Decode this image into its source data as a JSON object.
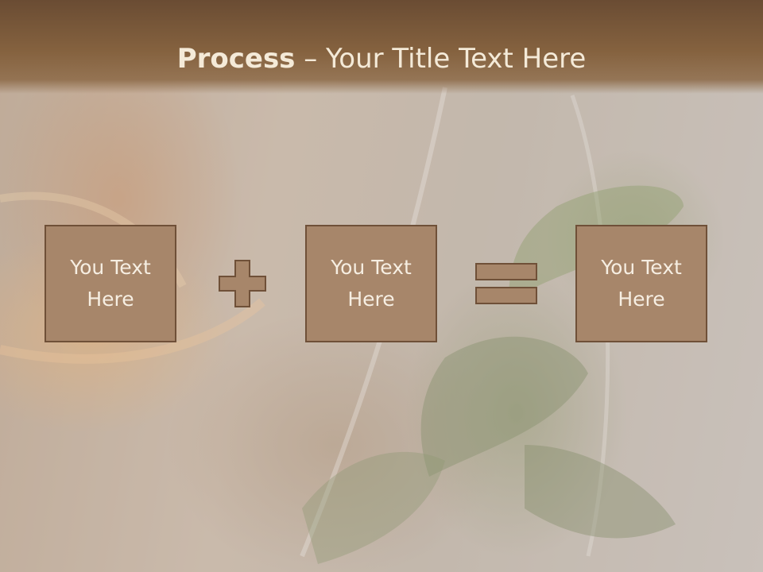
{
  "header": {
    "title_bold": "Process",
    "title_rest": " – Your Title Text Here"
  },
  "process": {
    "operand_1": [
      "You Text",
      "Here"
    ],
    "operand_2": [
      "You Text",
      "Here"
    ],
    "result": [
      "You Text",
      "Here"
    ],
    "operator_1": "plus-icon",
    "operator_2": "equals-icon"
  },
  "colors": {
    "header": "#7a5a3c",
    "box_fill": "#a7866a",
    "box_border": "#6f5038",
    "text": "#f6eee2"
  },
  "background": "tea-cup-with-mint-photo"
}
